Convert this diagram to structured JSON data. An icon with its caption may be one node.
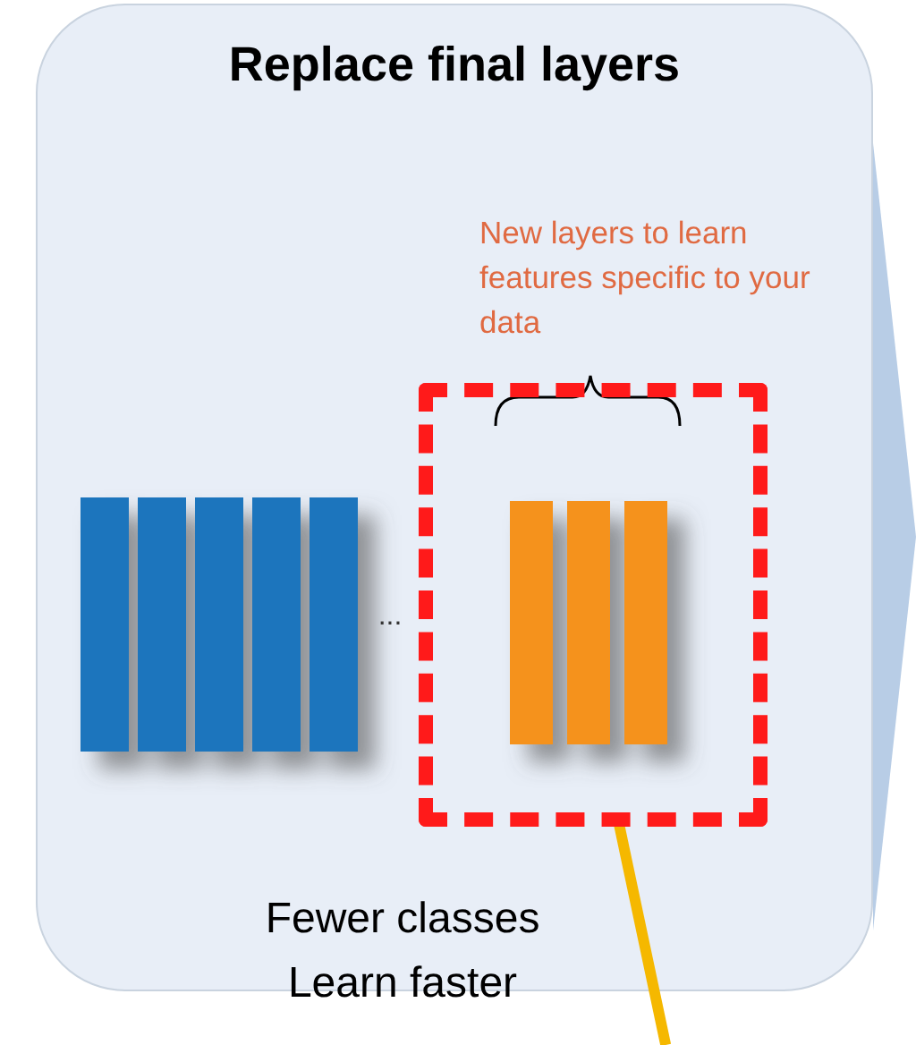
{
  "diagram": {
    "nodes": [
      {
        "text": [
          "Replace final layers"
        ]
      },
      {
        "text": [],
        "shape": "box",
        "in": 0
      }
    ],
    "edges": [
      {
        "from": null,
        "to": 1,
        "arrow": "none",
        "color": "#f5b800"
      }
    ],
    "labels": [
      "New layers to learn features specific to your data",
      "...",
      "Fewer classes",
      "Learn faster"
    ]
  }
}
